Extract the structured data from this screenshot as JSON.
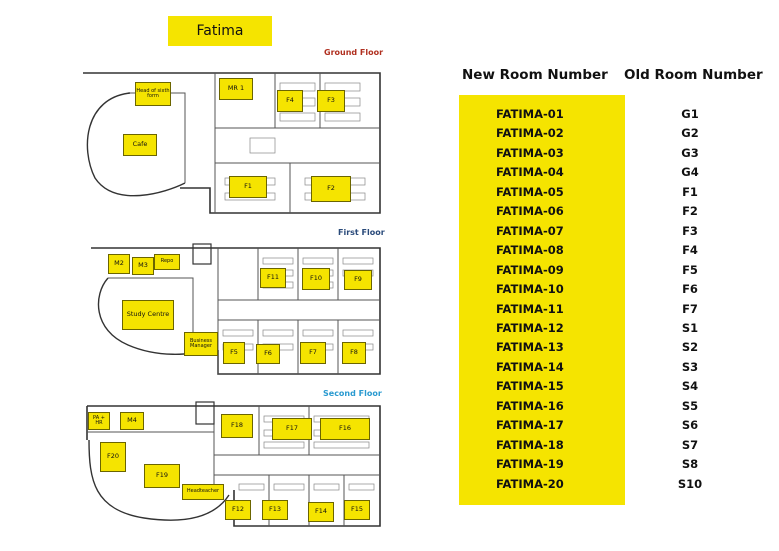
{
  "title": "Fatima",
  "floors": {
    "ground": {
      "label": "Ground Floor",
      "color": "#b03020"
    },
    "first": {
      "label": "First Floor",
      "color": "#2a4a7a"
    },
    "second": {
      "label": "Second Floor",
      "color": "#2a9ad0"
    }
  },
  "rooms": {
    "ground": [
      "Head of sixth form",
      "MR 1",
      "F4",
      "F3",
      "Cafe",
      "F1",
      "F2"
    ],
    "first": [
      "M2",
      "M3",
      "Repo",
      "F11",
      "F10",
      "F9",
      "Study Centre",
      "Business Manager",
      "F5",
      "F6",
      "F7",
      "F8"
    ],
    "second": [
      "PA + HR",
      "M4",
      "F18",
      "F17",
      "F16",
      "F20",
      "F19",
      "Headteacher",
      "F12",
      "F13",
      "F14",
      "F15"
    ]
  },
  "table": {
    "header_new": "New Room Number",
    "header_old": "Old Room Number",
    "rows": [
      {
        "new": "FATIMA-01",
        "old": "G1"
      },
      {
        "new": "FATIMA-02",
        "old": "G2"
      },
      {
        "new": "FATIMA-03",
        "old": "G3"
      },
      {
        "new": "FATIMA-04",
        "old": "G4"
      },
      {
        "new": "FATIMA-05",
        "old": "F1"
      },
      {
        "new": "FATIMA-06",
        "old": "F2"
      },
      {
        "new": "FATIMA-07",
        "old": "F3"
      },
      {
        "new": "FATIMA-08",
        "old": "F4"
      },
      {
        "new": "FATIMA-09",
        "old": "F5"
      },
      {
        "new": "FATIMA-10",
        "old": "F6"
      },
      {
        "new": "FATIMA-11",
        "old": "F7"
      },
      {
        "new": "FATIMA-12",
        "old": "S1"
      },
      {
        "new": "FATIMA-13",
        "old": "S2"
      },
      {
        "new": "FATIMA-14",
        "old": "S3"
      },
      {
        "new": "FATIMA-15",
        "old": "S4"
      },
      {
        "new": "FATIMA-16",
        "old": "S5"
      },
      {
        "new": "FATIMA-17",
        "old": "S6"
      },
      {
        "new": "FATIMA-18",
        "old": "S7"
      },
      {
        "new": "FATIMA-19",
        "old": "S8"
      },
      {
        "new": "FATIMA-20",
        "old": "S10"
      }
    ]
  },
  "colors": {
    "highlight": "#f5e400"
  }
}
